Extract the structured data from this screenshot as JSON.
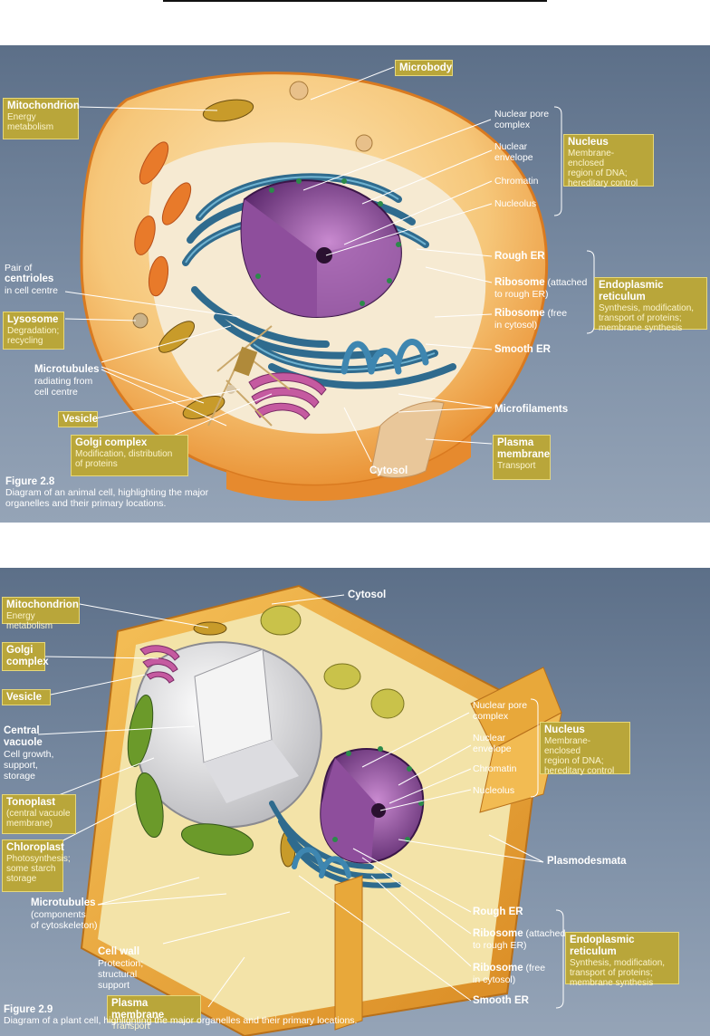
{
  "animal": {
    "labels": {
      "microbody": "Microbody",
      "mitochondrion": "Mitochondrion",
      "mitochondrion_desc": [
        "Energy",
        "metabolism"
      ],
      "nuclear_pore": [
        "Nuclear pore",
        "complex"
      ],
      "nuclear_envelope": [
        "Nuclear",
        "envelope"
      ],
      "chromatin": "Chromatin",
      "nucleolus": "Nucleolus",
      "nucleus": "Nucleus",
      "nucleus_desc": [
        "Membrane-enclosed",
        "region of DNA;",
        "hereditary control"
      ],
      "pair_of": "Pair of",
      "centrioles": "centrioles",
      "centrioles_desc": "in cell centre",
      "lysosome": "Lysosome",
      "lysosome_desc": [
        "Degradation;",
        "recycling"
      ],
      "rough_er": "Rough ER",
      "ribosome_attached": "Ribosome",
      "ribosome_attached_a": "(attached",
      "ribosome_attached_b": "to rough ER)",
      "ribosome_free": "Ribosome",
      "ribosome_free_a": "(free",
      "ribosome_free_b": "in cytosol)",
      "smooth_er": "Smooth ER",
      "er": "Endoplasmic reticulum",
      "er_desc": [
        "Synthesis, modification,",
        "transport of proteins;",
        "membrane synthesis"
      ],
      "microtubules": "Microtubules",
      "microtubules_desc": [
        "radiating from",
        "cell centre"
      ],
      "vesicle": "Vesicle",
      "microfilaments": "Microfilaments",
      "golgi": "Golgi complex",
      "golgi_desc": [
        "Modification, distribution",
        "of proteins"
      ],
      "plasma_membrane": [
        "Plasma",
        "membrane"
      ],
      "plasma_desc": "Transport",
      "cytosol": "Cytosol"
    },
    "figure": "Figure 2.8",
    "caption": [
      "Diagram of an animal cell, highlighting the major",
      "organelles and their primary locations."
    ]
  },
  "plant": {
    "labels": {
      "cytosol": "Cytosol",
      "mitochondrion": "Mitochondrion",
      "mitochondrion_desc": "Energy metabolism",
      "golgi": [
        "Golgi",
        "complex"
      ],
      "vesicle": "Vesicle",
      "central_vacuole": [
        "Central",
        "vacuole"
      ],
      "vacuole_desc": [
        "Cell growth,",
        "support,",
        "storage"
      ],
      "tonoplast": "Tonoplast",
      "tonoplast_desc": [
        "(central vacuole",
        "membrane)"
      ],
      "chloroplast": "Chloroplast",
      "chloroplast_desc": [
        "Photosynthesis;",
        "some starch",
        "storage"
      ],
      "nuclear_pore": [
        "Nuclear pore",
        "complex"
      ],
      "nuclear_envelope": [
        "Nuclear",
        "envelope"
      ],
      "chromatin": "Chromatin",
      "nucleolus": "Nucleolus",
      "nucleus": "Nucleus",
      "nucleus_desc": [
        "Membrane-enclosed",
        "region of DNA;",
        "hereditary control"
      ],
      "plasmodesmata": "Plasmodesmata",
      "microtubules": "Microtubules",
      "microtubules_desc": [
        "(components",
        "of cytoskeleton)"
      ],
      "rough_er": "Rough ER",
      "ribosome_attached": "Ribosome",
      "ribosome_attached_a": "(attached",
      "ribosome_attached_b": "to rough ER)",
      "ribosome_free": "Ribosome",
      "ribosome_free_a": "(free",
      "ribosome_free_b": "in cytosol)",
      "smooth_er": "Smooth ER",
      "er": "Endoplasmic reticulum",
      "er_desc": [
        "Synthesis, modification,",
        "transport of proteins;",
        "membrane synthesis"
      ],
      "cell_wall": "Cell wall",
      "cell_wall_desc": [
        "Protection;",
        "structural",
        "support"
      ],
      "plasma_membrane": "Plasma membrane",
      "plasma_desc": "Transport"
    },
    "figure": "Figure 2.9",
    "caption": "Diagram of a plant cell, highlighting the major organelles and their primary locations."
  },
  "colors": {
    "background": "#6d8099",
    "label_box": "#b9a63a",
    "cell_orange": "#f0a040",
    "er_blue": "#2f6b8e",
    "nucleus_purple": "#7a3f88",
    "cell_wall": "#e8a83a",
    "vacuole": "#e8e8e8",
    "chloroplast": "#6b9a2a"
  }
}
